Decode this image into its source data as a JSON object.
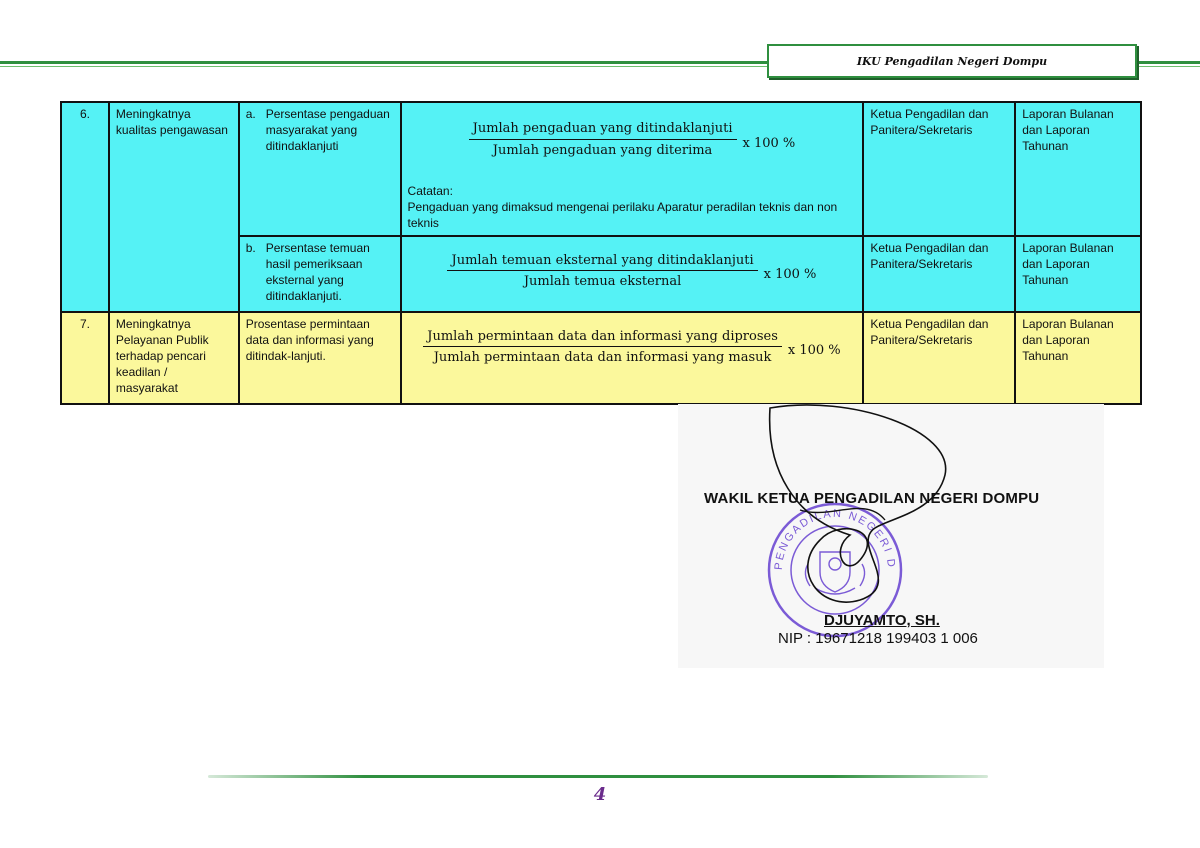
{
  "header": {
    "title": "IKU Pengadilan Negeri Dompu"
  },
  "rows": [
    {
      "no": "6.",
      "goal": "Meningkatnya kualitas pengawasan",
      "indicators": [
        {
          "letter": "a.",
          "text": "Persentase pengaduan masyarakat yang ditindaklanjuti",
          "formula": {
            "numerator": "Jumlah pengaduan yang ditindaklanjuti",
            "denominator": "Jumlah pengaduan yang diterima",
            "multiplier": "x 100 %"
          },
          "note_title": "Catatan:",
          "note_text": "Pengaduan yang dimaksud mengenai perilaku Aparatur peradilan teknis dan non teknis",
          "responsible": "Ketua Pengadilan dan Panitera/Sekretaris",
          "report": "Laporan Bulanan dan Laporan Tahunan"
        },
        {
          "letter": "b.",
          "text": "Persentase temuan hasil pemeriksaan eksternal yang ditindaklanjuti.",
          "formula": {
            "numerator": "Jumlah temuan eksternal yang ditindaklanjuti",
            "denominator": "Jumlah temua eksternal",
            "multiplier": "x 100 %"
          },
          "responsible": "Ketua Pengadilan dan Panitera/Sekretaris",
          "report": "Laporan Bulanan dan Laporan Tahunan"
        }
      ]
    },
    {
      "no": "7.",
      "goal": "Meningkatnya Pelayanan Publik terhadap pencari keadilan / masyarakat",
      "indicator_text": "Prosentase permintaan data dan informasi yang ditindak-lanjuti.",
      "formula": {
        "numerator": "Jumlah  permintaan data dan informasi yang diproses",
        "denominator": "Jumlah  permintaan data dan informasi yang masuk",
        "multiplier": "x 100 %"
      },
      "responsible": "Ketua Pengadilan dan Panitera/Sekretaris",
      "report": "Laporan Bulanan dan Laporan Tahunan"
    }
  ],
  "signature": {
    "title": "WAKIL KETUA PENGADILAN NEGERI DOMPU",
    "name": "DJUYAMTO, SH.",
    "nip": "NIP : 19671218 199403 1 006",
    "stamp_text": "PENGADILAN NEGERI DOMPU"
  },
  "footer": {
    "page": "4"
  },
  "colors": {
    "blue_row": "#55f2f5",
    "yellow_row": "#fbf89c",
    "header_green": "#2f8f3f",
    "stamp": "#7b5bd6",
    "page_number": "#6b2c8c"
  }
}
